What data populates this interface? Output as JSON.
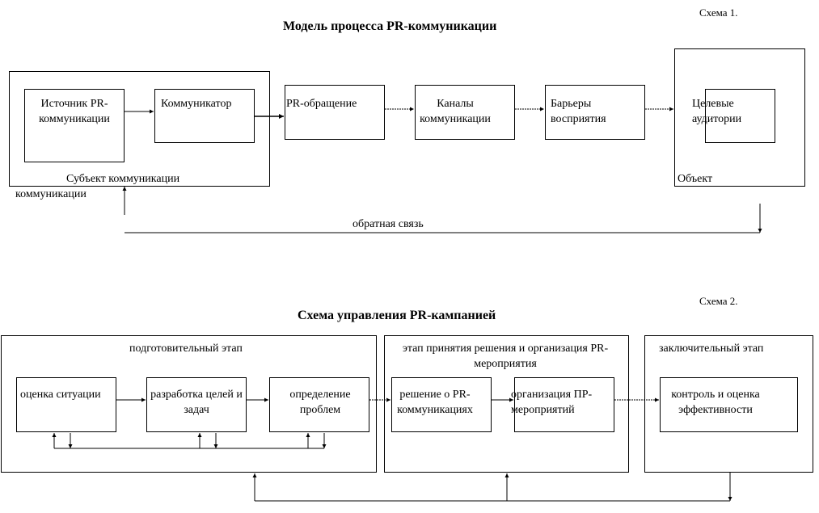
{
  "scheme1": {
    "number": "Схема 1.",
    "title": "Модель процесса PR-коммуникации",
    "source_label": "Источник PR-коммуникации",
    "communicator_label": "Коммуникатор",
    "message_label": "PR-обращение",
    "channels_label": "Каналы коммуникации",
    "barriers_label": "Барьеры восприятия",
    "audience_label": "Целевые аудитории",
    "subject_label": "Субъект коммуникации",
    "subject_label_cont": "коммуникации",
    "object_label": "Объект",
    "feedback_label": "обратная связь"
  },
  "scheme2": {
    "number": "Схема 2.",
    "title": "Схема управления PR-кампанией",
    "stage1_label": "подготовительный этап",
    "stage2_label": "этап принятия решения и организация PR-мероприятия",
    "stage3_label": "заключительный этап",
    "situation_label": "оценка ситуации",
    "goals_label": "разработка целей и задач",
    "problems_label": "определение проблем",
    "decision_label": "решение о PR-коммуникациях",
    "organization_label": "организация ПР-мероприятий",
    "control_label": "контроль и оценка эффективности"
  }
}
